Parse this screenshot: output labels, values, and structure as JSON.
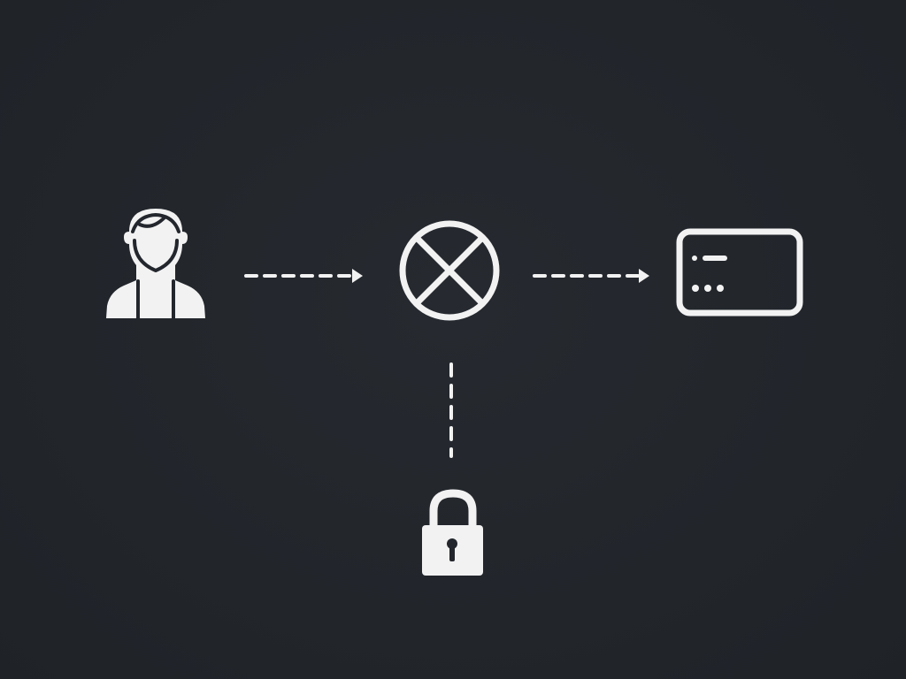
{
  "diagram": {
    "colors": {
      "background": "#23272d",
      "stroke": "#f2f2f2"
    },
    "nodes": [
      {
        "id": "user",
        "icon": "user-icon"
      },
      {
        "id": "blocked",
        "icon": "x-circle-icon"
      },
      {
        "id": "destination",
        "icon": "card-window-icon"
      },
      {
        "id": "security",
        "icon": "lock-icon"
      }
    ],
    "connections": [
      {
        "from": "user",
        "to": "blocked",
        "style": "dashed",
        "arrow": true
      },
      {
        "from": "blocked",
        "to": "destination",
        "style": "dashed",
        "arrow": true
      },
      {
        "from": "blocked",
        "to": "security",
        "style": "dashed",
        "arrow": false
      }
    ]
  }
}
